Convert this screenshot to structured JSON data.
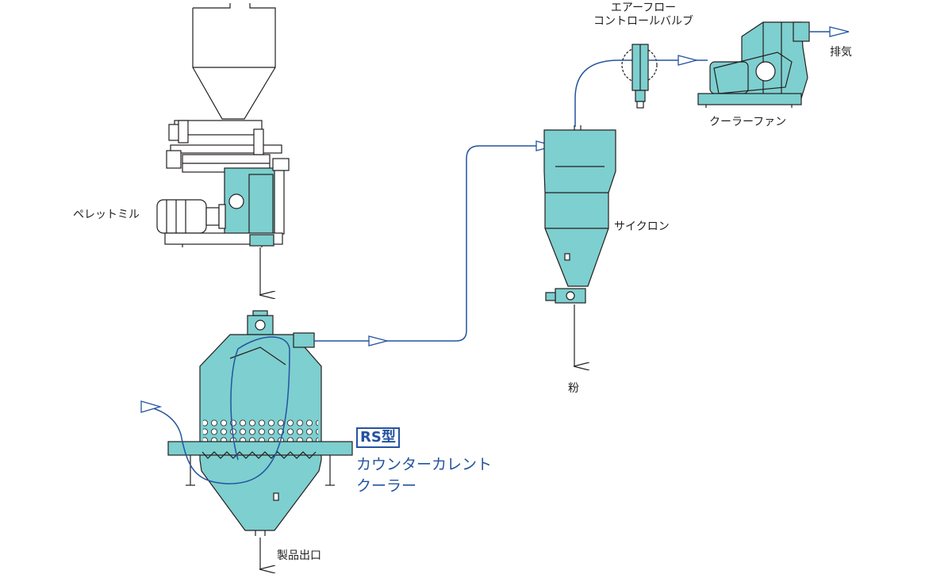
{
  "diagram": {
    "colors": {
      "equipment_fill": "#7ecfcf",
      "outline": "#231f20",
      "airflow_line": "#2453a0",
      "model_text": "#2453a0",
      "label_text": "#231f20"
    },
    "equipment": {
      "pellet_mill": "ペレットミル",
      "cooler_model": "RS型",
      "cooler_name_line1": "カウンターカレント",
      "cooler_name_line2": "クーラー",
      "cyclone": "サイクロン",
      "valve_line1": "エアーフロー",
      "valve_line2": "コントロールバルブ",
      "cooler_fan": "クーラーファン"
    },
    "outputs": {
      "product_outlet": "製品出口",
      "powder": "粉",
      "exhaust": "排気"
    }
  }
}
